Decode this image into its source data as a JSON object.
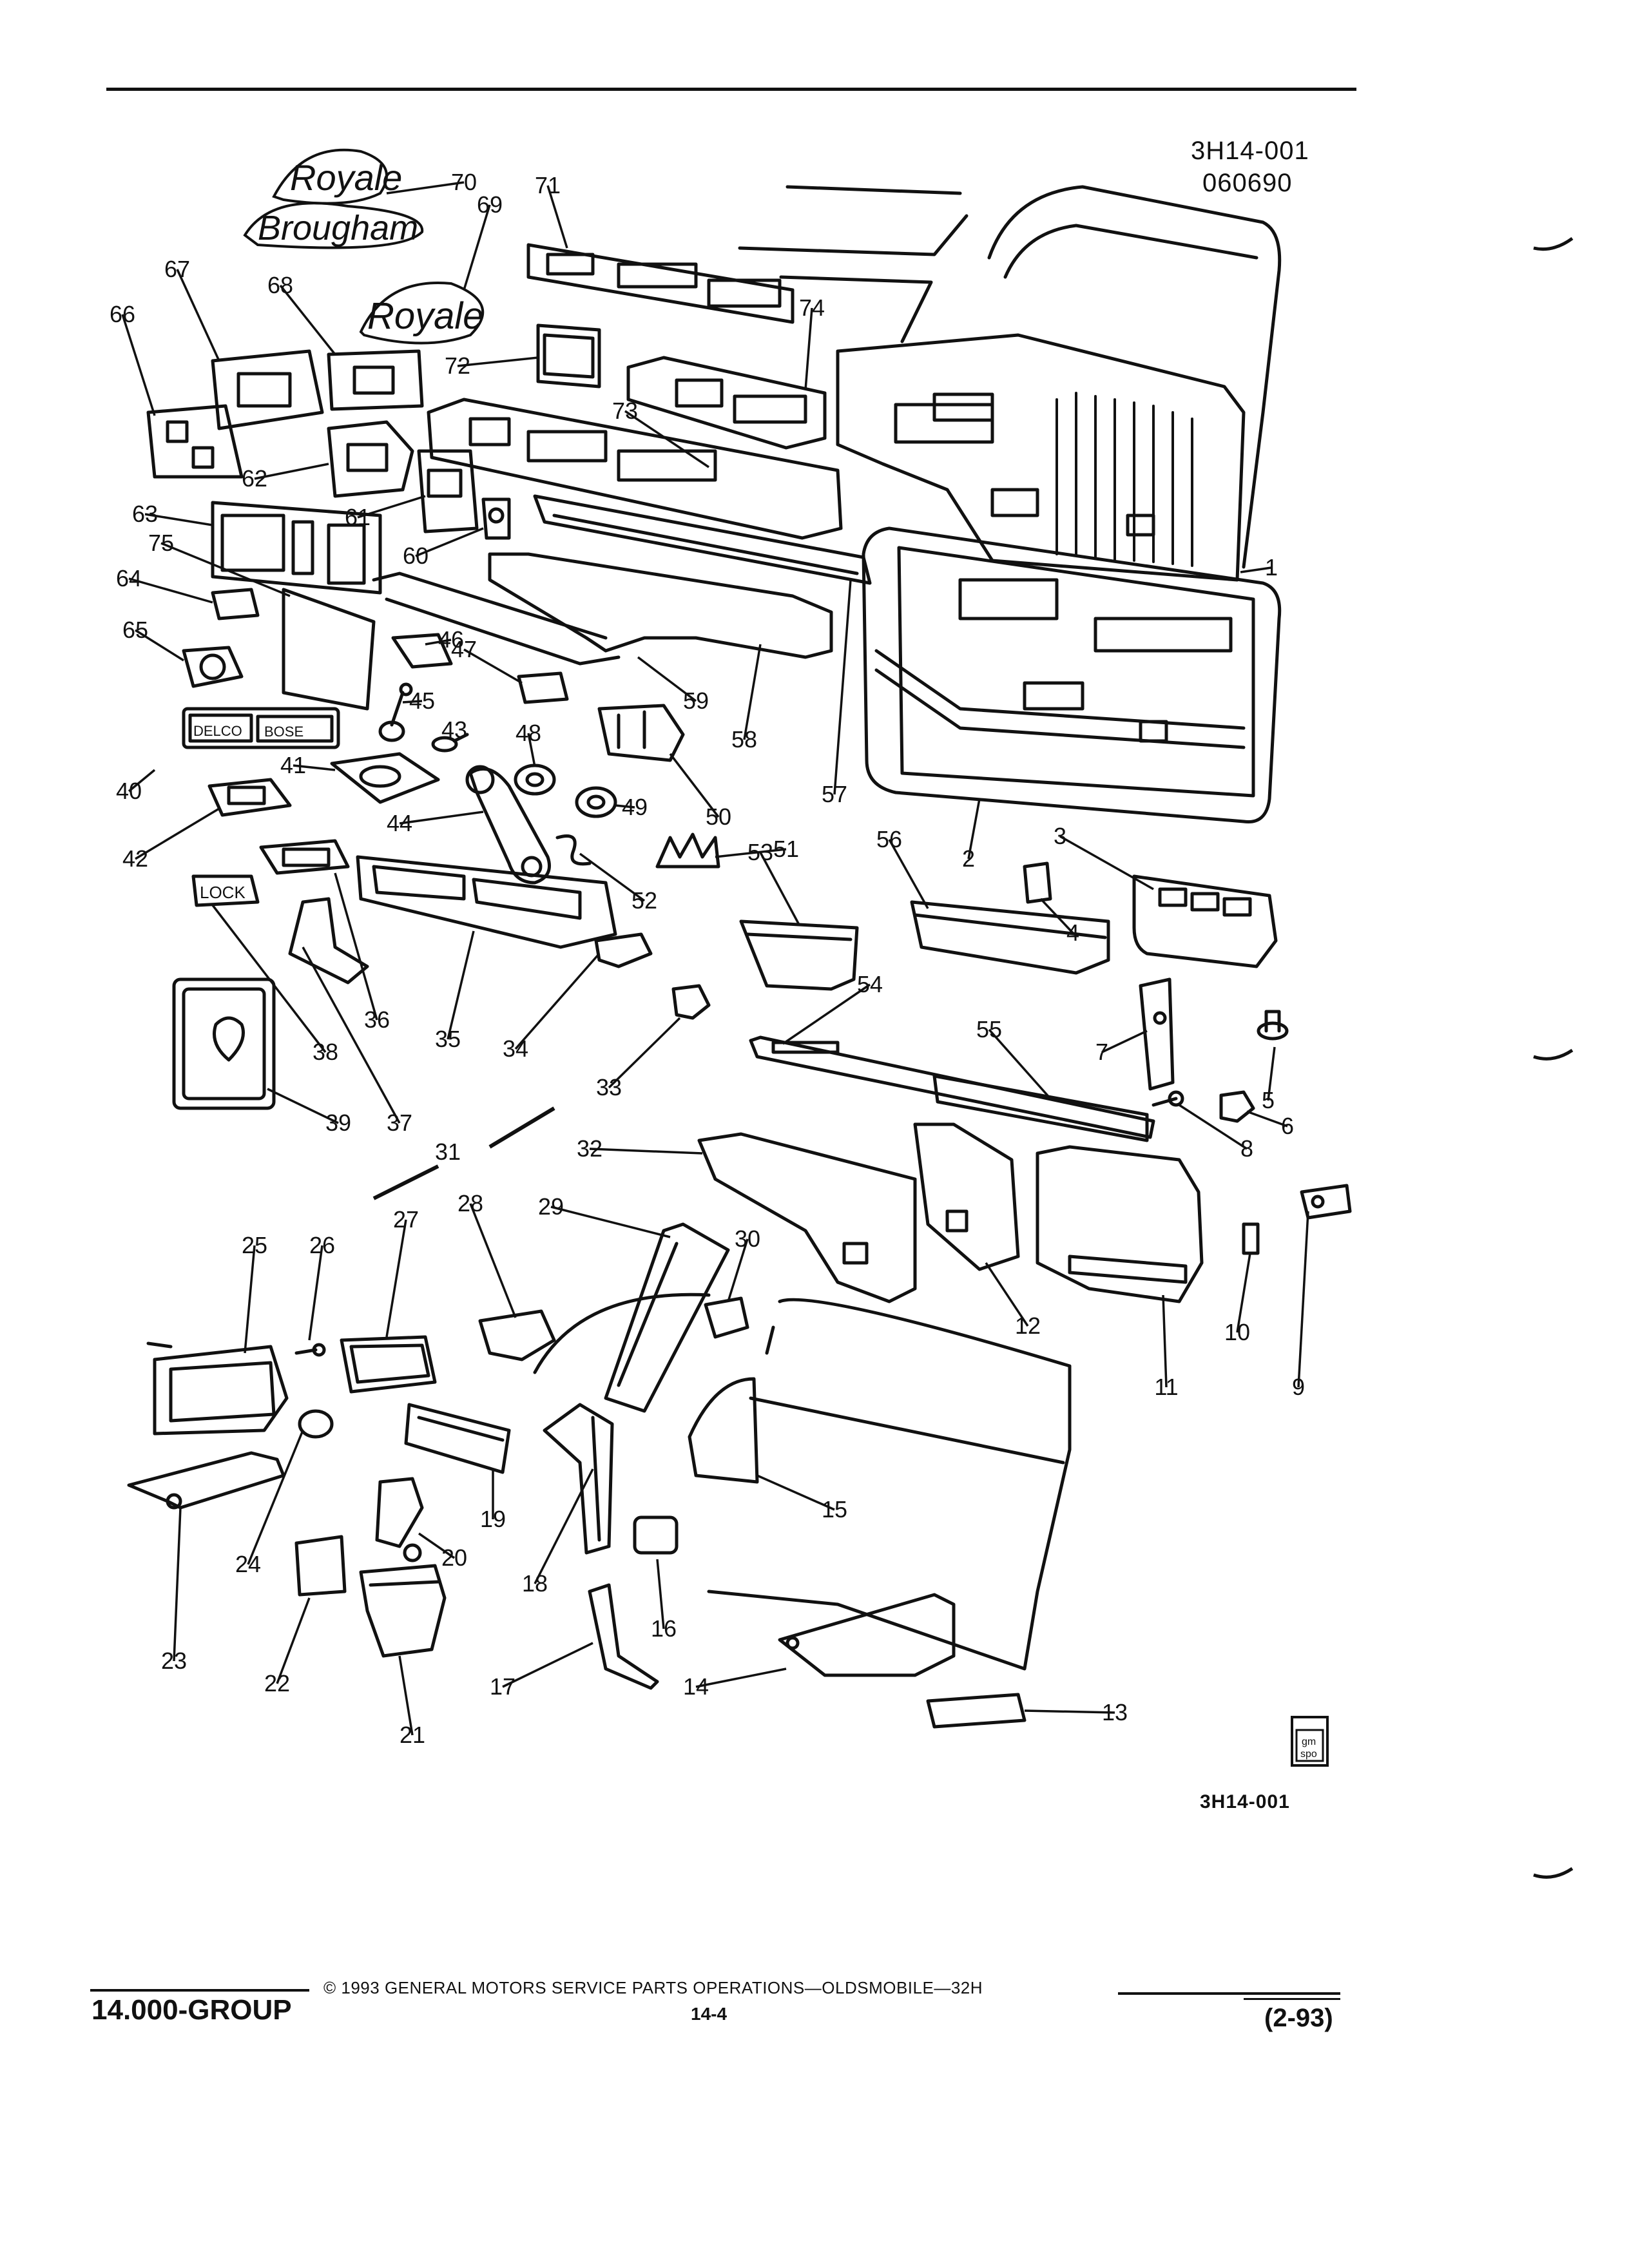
{
  "header": {
    "figure_code": "3H14-001",
    "date_code": "060690"
  },
  "figure": {
    "code_bottom": "3H14-001",
    "logo_text_top": "gm",
    "logo_text_bottom": "spo",
    "emblems": [
      "Royale",
      "Brougham",
      "Royale"
    ],
    "badges": {
      "lock": "LOCK",
      "radio_left": "DELCO",
      "radio_right": "BOSE"
    },
    "callouts": [
      "1",
      "2",
      "3",
      "4",
      "5",
      "6",
      "7",
      "8",
      "9",
      "10",
      "11",
      "12",
      "13",
      "14",
      "15",
      "16",
      "17",
      "18",
      "19",
      "20",
      "21",
      "22",
      "23",
      "24",
      "25",
      "26",
      "27",
      "28",
      "29",
      "30",
      "31",
      "32",
      "33",
      "34",
      "35",
      "36",
      "37",
      "38",
      "39",
      "40",
      "41",
      "42",
      "43",
      "44",
      "45",
      "46",
      "47",
      "48",
      "49",
      "50",
      "51",
      "52",
      "53",
      "54",
      "55",
      "56",
      "57",
      "58",
      "59",
      "60",
      "61",
      "62",
      "63",
      "64",
      "65",
      "66",
      "67",
      "68",
      "69",
      "70",
      "71",
      "72",
      "73",
      "74",
      "75"
    ]
  },
  "footer": {
    "group": "14.000-GROUP",
    "copyright": "© 1993 GENERAL MOTORS SERVICE PARTS OPERATIONS—OLDSMOBILE—32H",
    "page": "14-4",
    "revision": "(2-93)"
  }
}
